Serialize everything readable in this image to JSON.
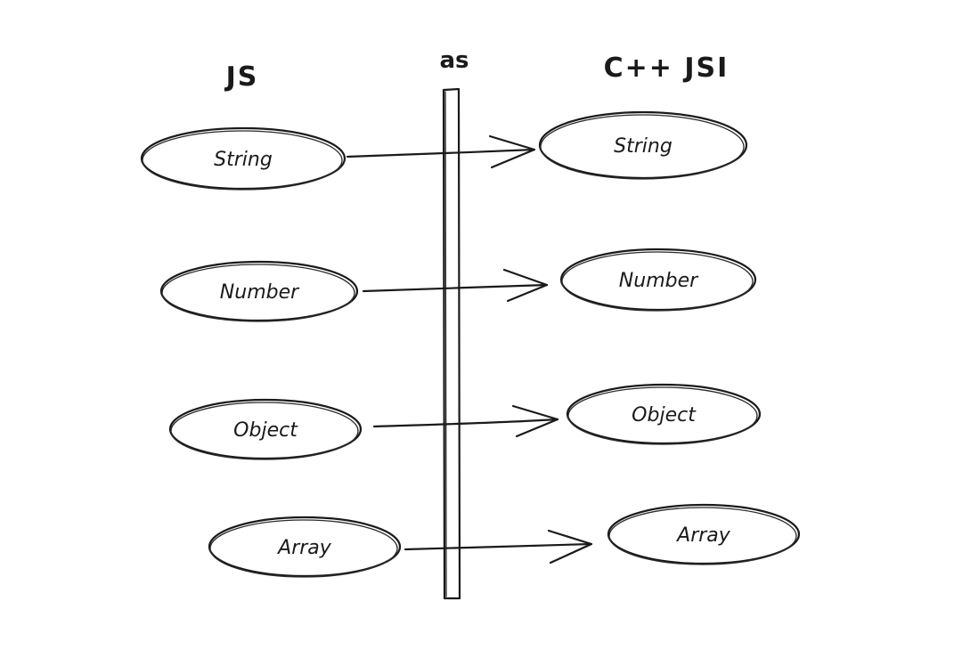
{
  "headers": {
    "left": "JS",
    "middle": "as",
    "right": "C++ JSI"
  },
  "rows": [
    {
      "left": "String",
      "right": "String"
    },
    {
      "left": "Number",
      "right": "Number"
    },
    {
      "left": "Object",
      "right": "Object"
    },
    {
      "left": "Array",
      "right": "Array"
    }
  ]
}
